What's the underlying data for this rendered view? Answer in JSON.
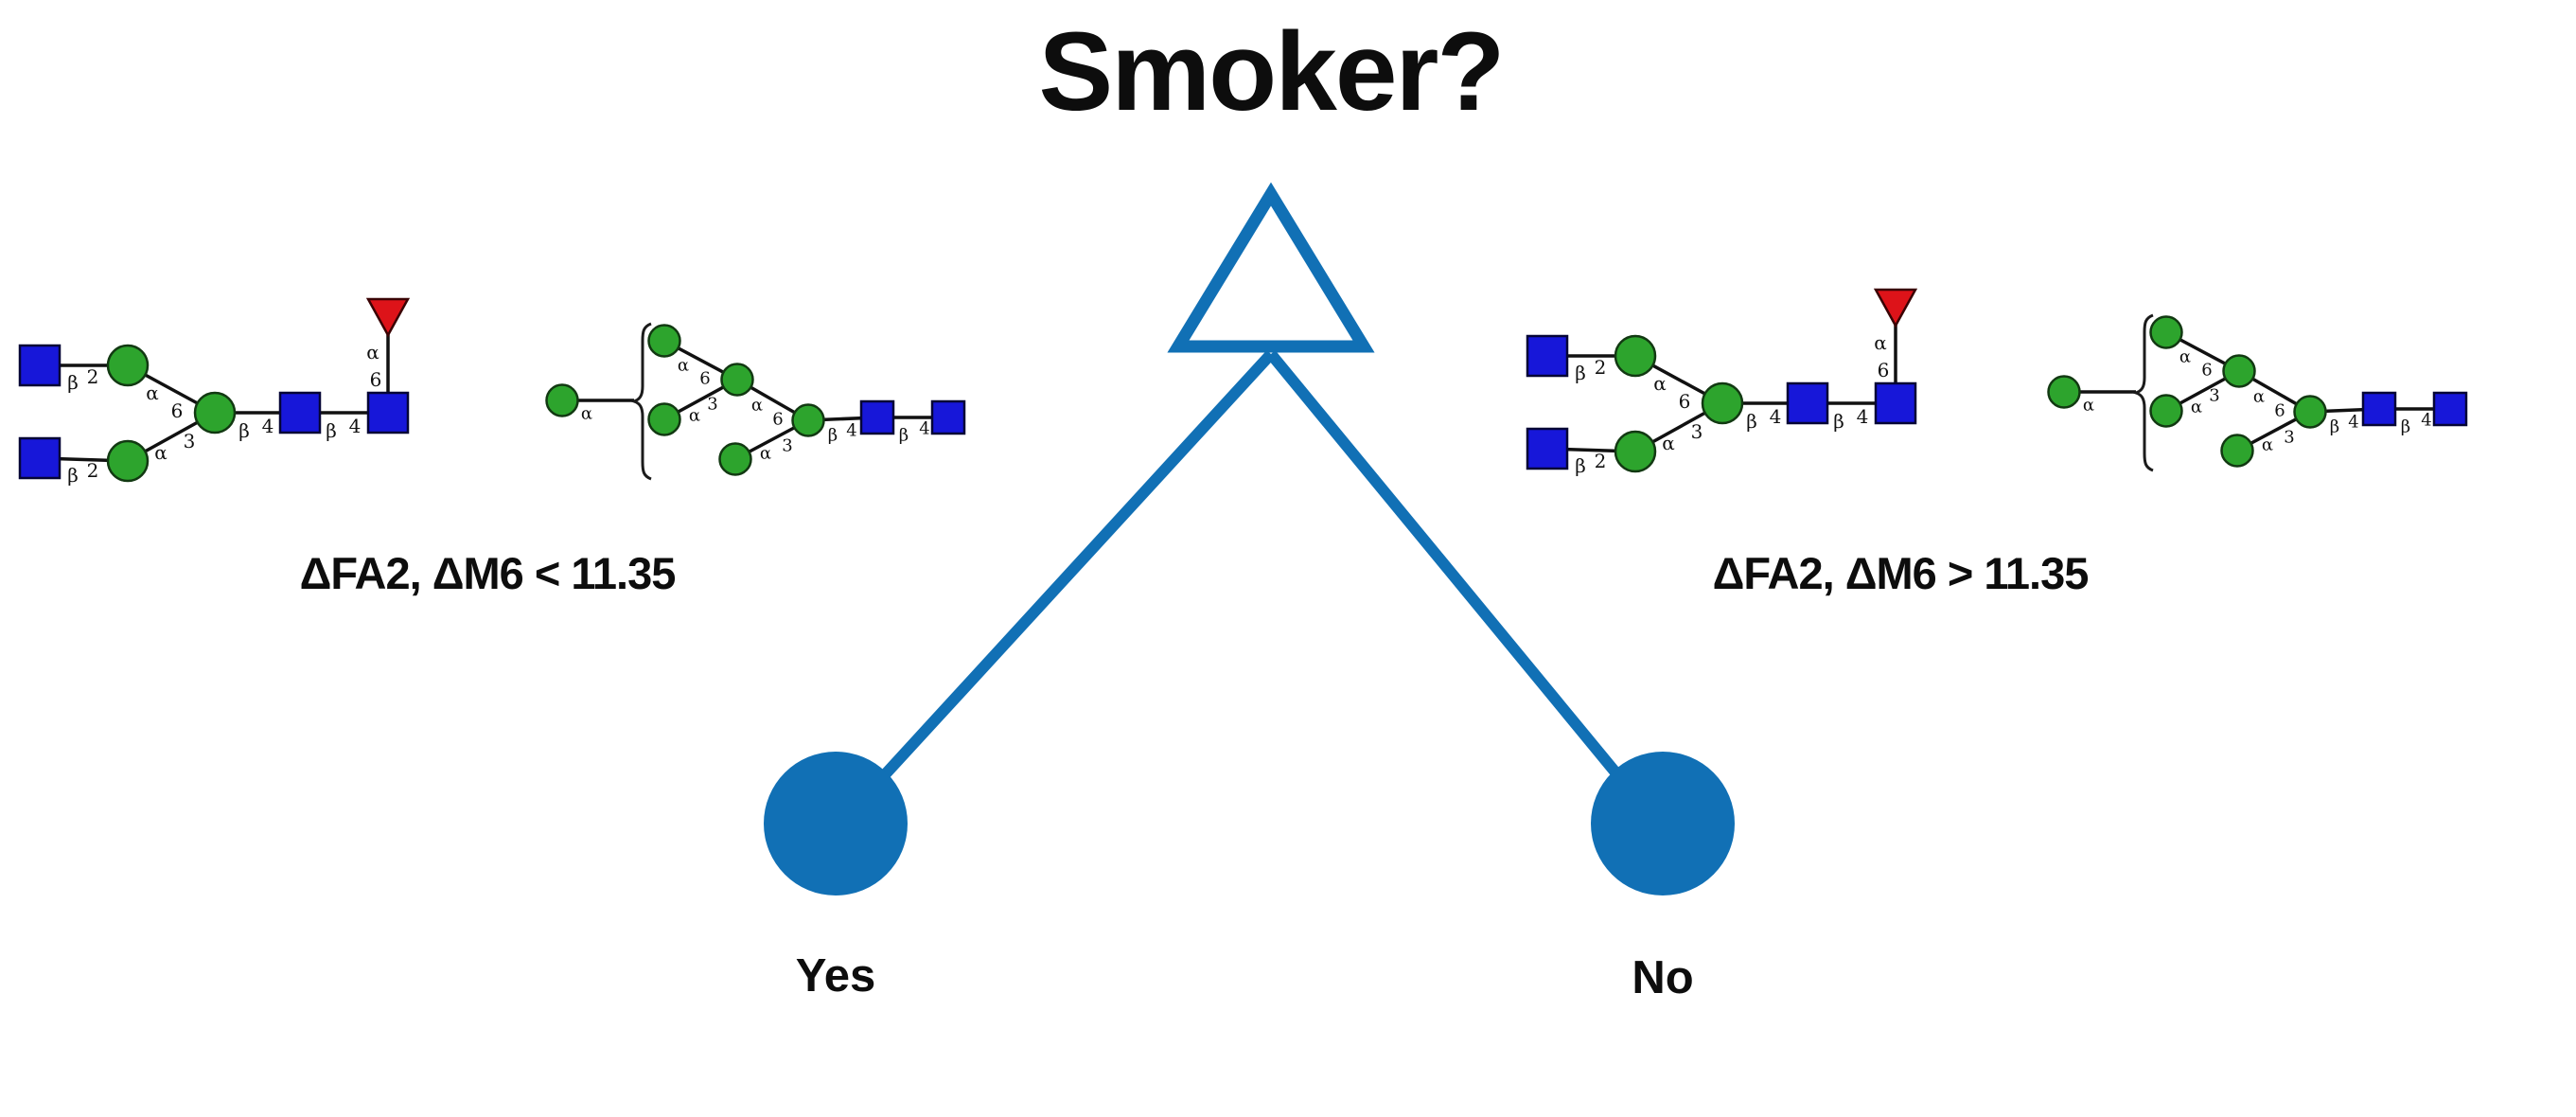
{
  "title": "Smoker?",
  "branches": {
    "left": {
      "condition": "ΔFA2, ΔM6 < 11.35",
      "answer": "Yes"
    },
    "right": {
      "condition": "ΔFA2, ΔM6 > 11.35",
      "answer": "No"
    }
  },
  "glycans": {
    "fa2": {
      "links": [
        {
          "a": "β",
          "n": "2"
        },
        {
          "a": "β",
          "n": "2"
        },
        {
          "a": "α",
          "n": "6"
        },
        {
          "a": "α",
          "n": "3"
        },
        {
          "a": "β",
          "n": "4"
        },
        {
          "a": "β",
          "n": "4"
        },
        {
          "a": "α",
          "n": "6"
        }
      ]
    },
    "m6": {
      "links": [
        {
          "a": "α",
          "n": ""
        },
        {
          "a": "α",
          "n": "6"
        },
        {
          "a": "α",
          "n": "3"
        },
        {
          "a": "α",
          "n": "6"
        },
        {
          "a": "α",
          "n": "3"
        },
        {
          "a": "β",
          "n": "4"
        },
        {
          "a": "β",
          "n": "4"
        }
      ]
    }
  },
  "colors": {
    "node_blue": "#1170b5",
    "glcnac_blue": "#1717d9",
    "mannose_green": "#2da42d",
    "fucose_red": "#dd1319",
    "text": "#0d0d0d"
  }
}
